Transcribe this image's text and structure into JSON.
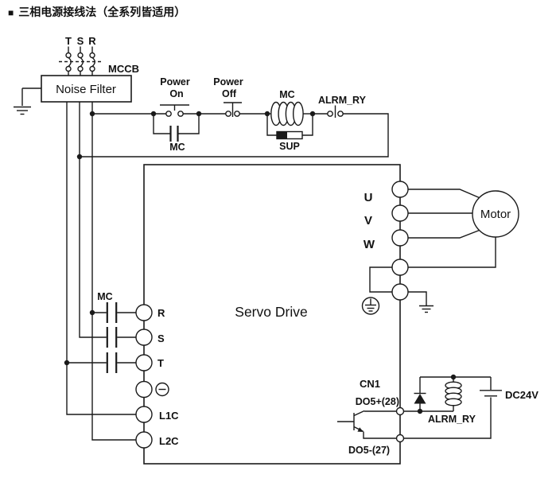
{
  "title": {
    "bullet": "■",
    "text": "三相电源接线法（全系列皆适用）"
  },
  "power_input": {
    "phases": [
      "T",
      "S",
      "R"
    ],
    "breaker": "MCCB",
    "filter": "Noise Filter"
  },
  "control": {
    "power_on": [
      "Power",
      "On"
    ],
    "power_off": [
      "Power",
      "Off"
    ],
    "mc_aux": "MC",
    "mc_coil": "MC",
    "suppressor": "SUP",
    "alarm_contact": "ALRM_RY"
  },
  "drive": {
    "name": "Servo Drive",
    "input_contact": "MC",
    "left_terminals": [
      "R",
      "S",
      "T",
      "L1C",
      "L2C"
    ],
    "right_terminals": [
      "U",
      "V",
      "W"
    ]
  },
  "motor": {
    "name": "Motor"
  },
  "output": {
    "connector": "CN1",
    "do5_plus": "DO5+(28)",
    "do5_minus": "DO5-(27)",
    "relay_coil": "ALRM_RY",
    "supply": "DC24V"
  },
  "colors": {
    "line": "#1a1a1a",
    "text": "#111111",
    "background": "#ffffff"
  }
}
